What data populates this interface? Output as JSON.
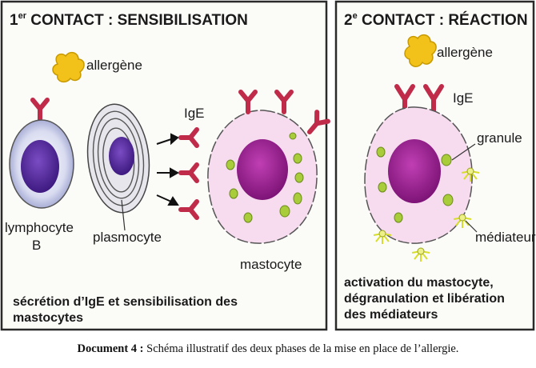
{
  "panels": {
    "left": {
      "title_prefix": "1",
      "title_sup": "er",
      "title_main": " CONTACT : SENSIBILISATION",
      "labels": {
        "allergen": "allergène",
        "ige": "IgE",
        "lymphocyte": "lymphocyte",
        "lymphocyte_b": "B",
        "plasmocyte": "plasmocyte",
        "mastocyte": "mastocyte"
      },
      "summary_line1": "sécrétion d’IgE et sensibilisation des",
      "summary_line2": "mastocytes"
    },
    "right": {
      "title_prefix": "2",
      "title_sup": "e",
      "title_main": " CONTACT : RÉACTION",
      "labels": {
        "allergen": "allergène",
        "ige": "IgE",
        "granule": "granule",
        "mediator": "médiateur"
      },
      "summary_line1": "activation du mastocyte,",
      "summary_line2": "dégranulation et libération",
      "summary_line3": "des médiateurs"
    }
  },
  "caption": {
    "label": "Document 4 :",
    "text": " Schéma illustratif des deux phases de la mise en place de l’allergie."
  },
  "colors": {
    "nucleus": "#5b2d9e",
    "mast_nucleus": "#a0289a",
    "mast_cytoplasm": "#f7dcef",
    "ige": "#c02b4a",
    "allergen": "#f2c21b",
    "granule": "#a9cc3b",
    "mediator": "#e4e84a"
  }
}
